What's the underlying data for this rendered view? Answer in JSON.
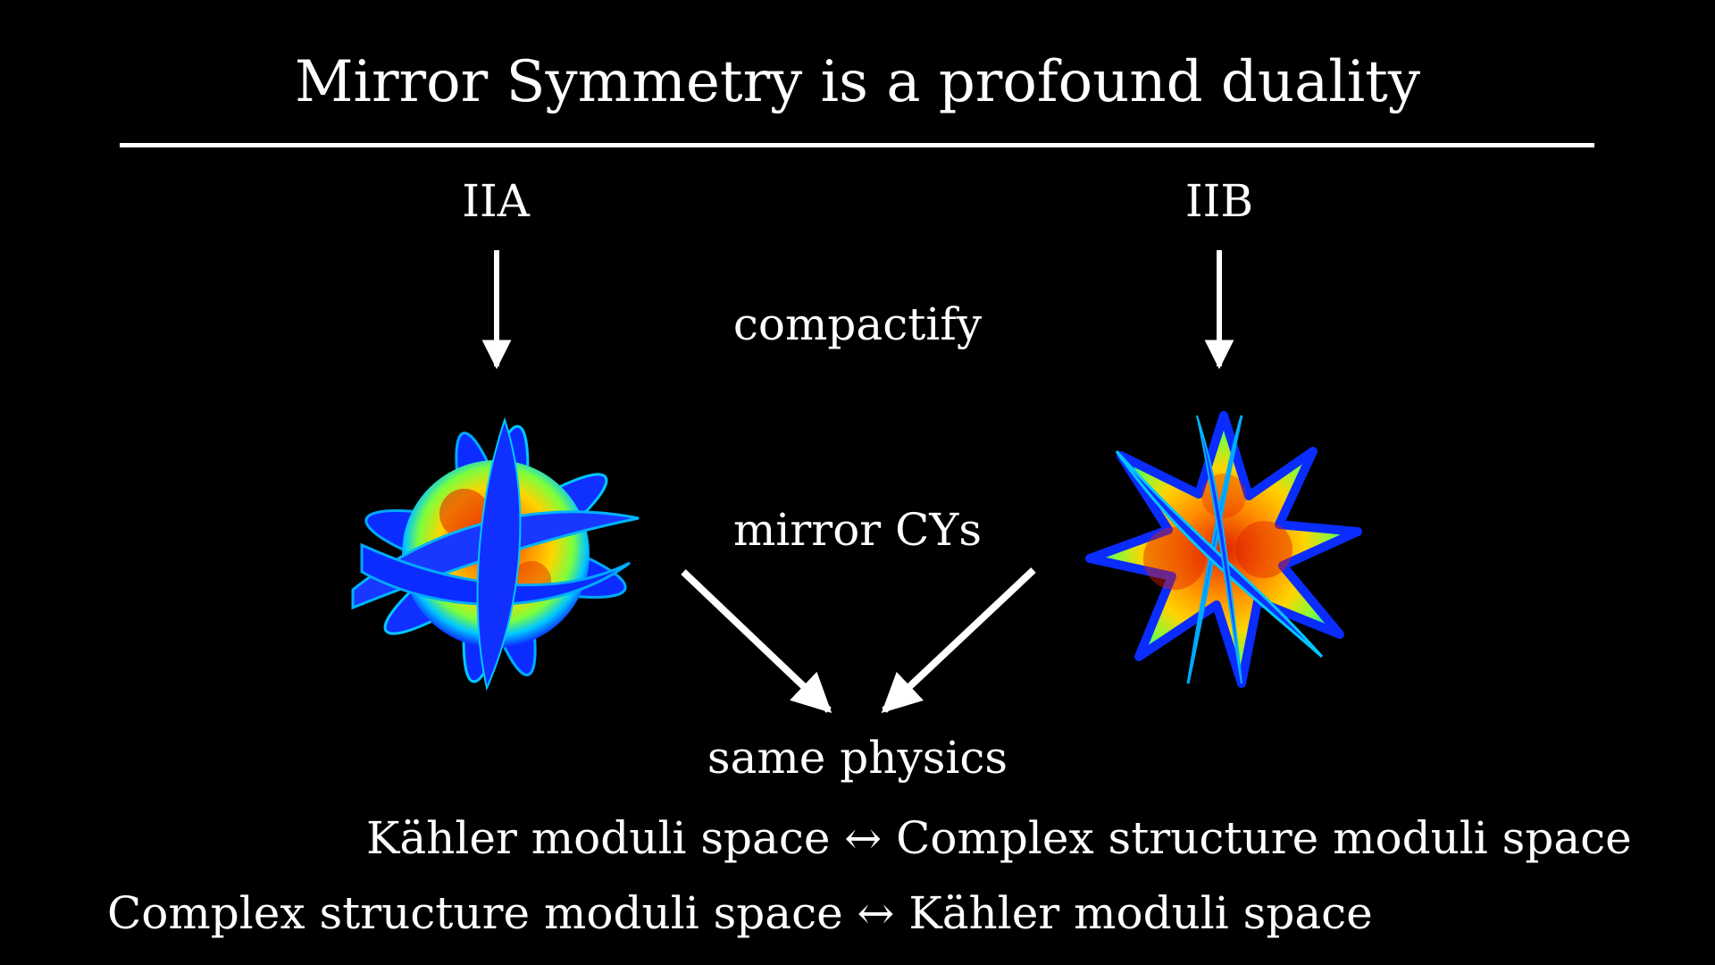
{
  "slide": {
    "title": "Mirror Symmetry is a profound duality",
    "theory_left": "IIA",
    "theory_right": "IIB",
    "compactify_label": "compactify",
    "mirror_label": "mirror CYs",
    "same_physics_label": "same physics",
    "mapping_line_1": "Kähler moduli space ↔ Complex structure moduli space",
    "mapping_line_2": "Complex structure moduli space ↔ Kähler moduli space"
  },
  "colors": {
    "background": "#000000",
    "text": "#ffffff",
    "surface_outer": "#0a2cff",
    "surface_mid": "#00c8ff",
    "surface_warm": "#ffd400",
    "surface_hot": "#e02000"
  }
}
